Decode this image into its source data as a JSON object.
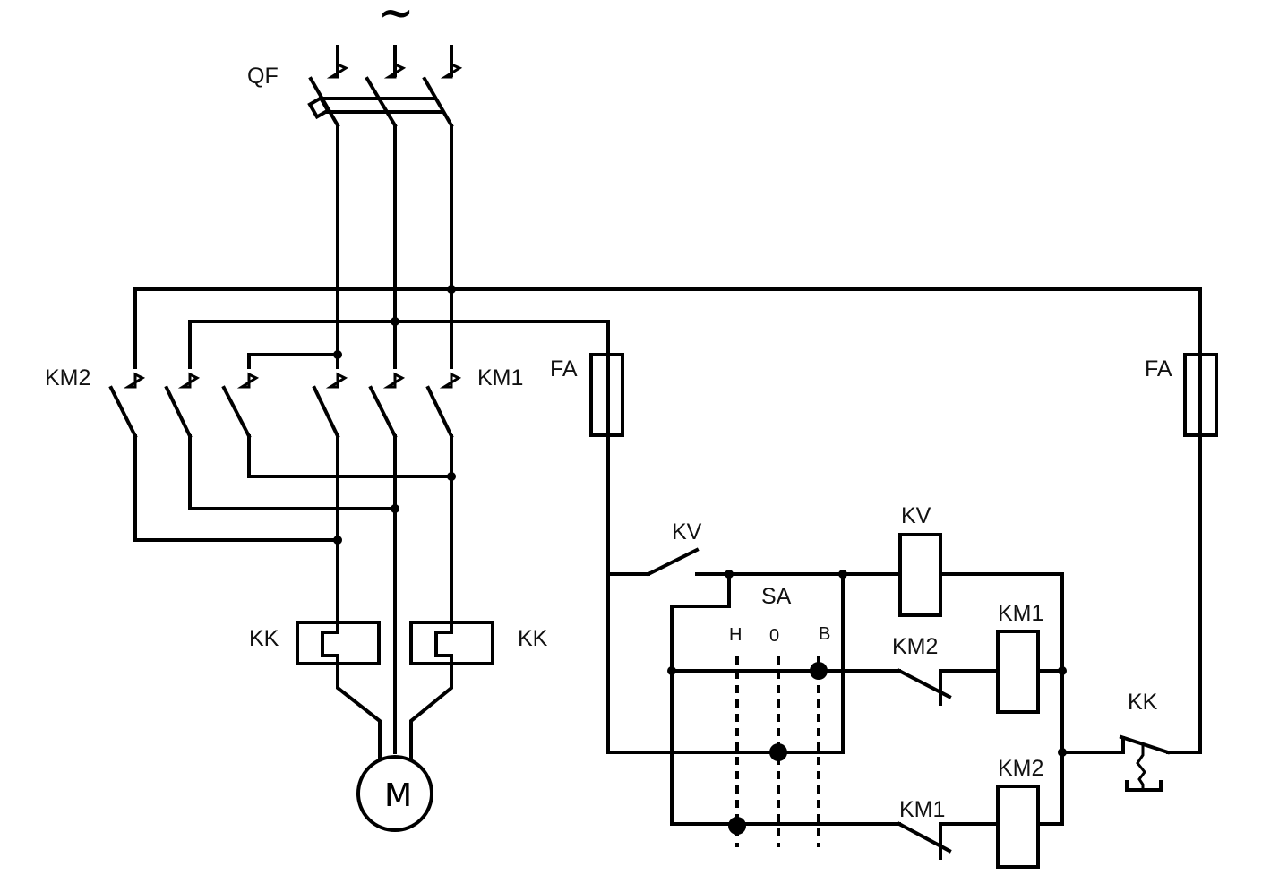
{
  "diagram": {
    "title": "Reversing motor control circuit with voltage relay",
    "supply_symbol": "~",
    "labels": {
      "breaker": "QF",
      "contactor_reverse_main": "KM2",
      "contactor_forward_main": "KM1",
      "fuse_left": "FA",
      "fuse_right": "FA",
      "thermal_relay_left": "KK",
      "thermal_relay_right": "KK",
      "motor": "M",
      "voltage_relay_contact": "KV",
      "voltage_relay_coil": "KV",
      "selector_switch": "SA",
      "selector_pos_reverse": "Н",
      "selector_pos_zero": "0",
      "selector_pos_forward": "В",
      "interlock_contact_km2": "KM2",
      "coil_km1": "KM1",
      "thermal_contact": "KK",
      "interlock_contact_km1": "KM1",
      "coil_km2": "KM2"
    },
    "components": [
      {
        "id": "QF",
        "type": "3-pole circuit breaker"
      },
      {
        "id": "KM1",
        "type": "3-pole contactor (forward)"
      },
      {
        "id": "KM2",
        "type": "3-pole contactor (reverse)"
      },
      {
        "id": "FA",
        "type": "fuse",
        "count": 2
      },
      {
        "id": "KK",
        "type": "thermal overload relay",
        "count": 2
      },
      {
        "id": "M",
        "type": "3-phase motor"
      },
      {
        "id": "KV",
        "type": "voltage relay"
      },
      {
        "id": "SA",
        "type": "selector switch",
        "positions": [
          "Н",
          "0",
          "В"
        ]
      }
    ]
  }
}
